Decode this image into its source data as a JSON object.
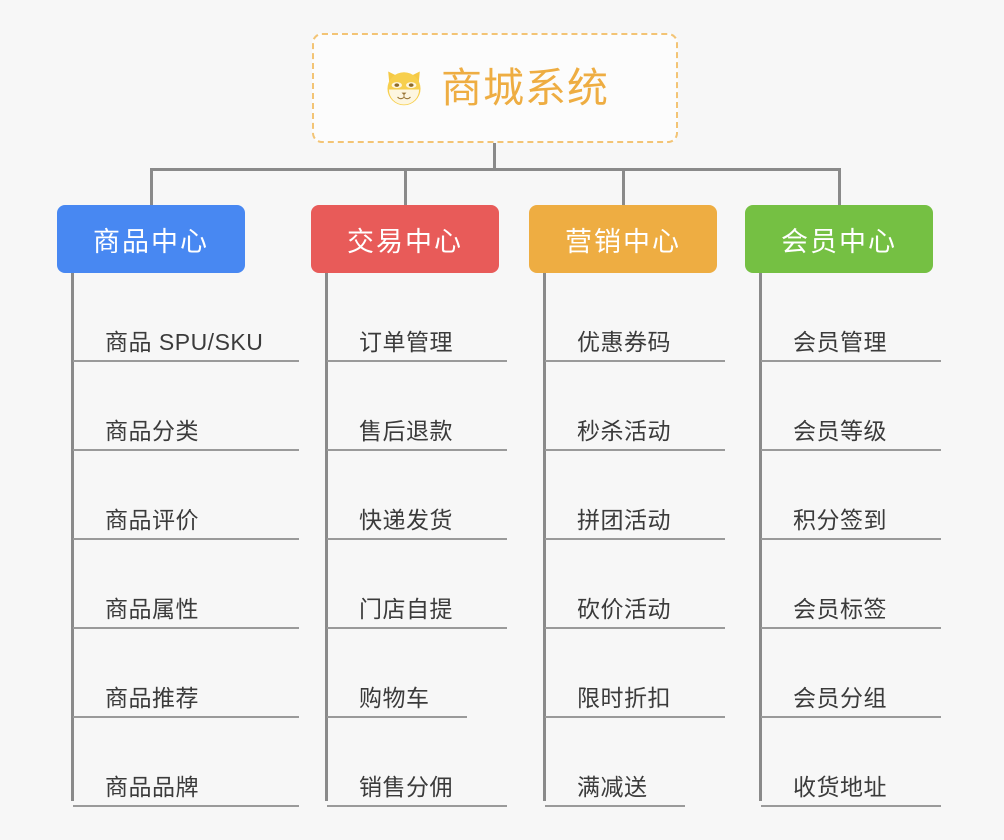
{
  "root": {
    "title": "商城系统",
    "icon": "shiba-dog-face-icon",
    "border_color": "#f3c475",
    "text_color": "#eead42",
    "background": "#fcfcfc"
  },
  "canvas": {
    "background": "#f7f7f7",
    "connector_color": "#8a8a8a",
    "leaf_text_color": "#3b3b3b",
    "leaf_rule_color": "#9a9a9a"
  },
  "categories": [
    {
      "label": "商品中心",
      "color": "#4888f2",
      "items": [
        "商品 SPU/SKU",
        "商品分类",
        "商品评价",
        "商品属性",
        "商品推荐",
        "商品品牌"
      ]
    },
    {
      "label": "交易中心",
      "color": "#e85b59",
      "items": [
        "订单管理",
        "售后退款",
        "快递发货",
        "门店自提",
        "购物车",
        "销售分佣"
      ]
    },
    {
      "label": "营销中心",
      "color": "#eead42",
      "items": [
        "优惠券码",
        "秒杀活动",
        "拼团活动",
        "砍价活动",
        "限时折扣",
        "满减送"
      ]
    },
    {
      "label": "会员中心",
      "color": "#75c043",
      "items": [
        "会员管理",
        "会员等级",
        "积分签到",
        "会员标签",
        "会员分组",
        "收货地址"
      ]
    }
  ]
}
